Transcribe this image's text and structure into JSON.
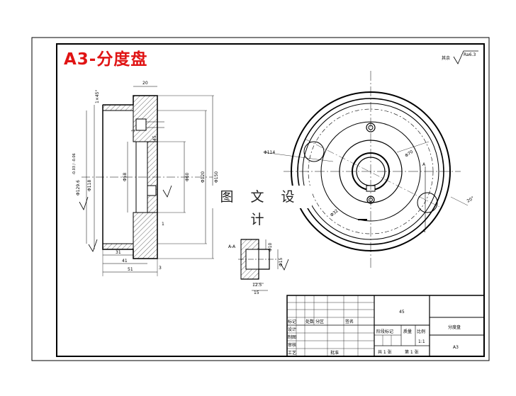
{
  "title": "A3-分度盘",
  "watermark": "图 文 设 计",
  "roughness_note": "其余",
  "roughness_value": "Ra6.3",
  "section_label": "A-A",
  "dims": {
    "d20": "20",
    "chamfer": "1×45°",
    "d1": "1",
    "d45": "45",
    "d129": "Φ129.6",
    "d129_tol": "-0.03 / -0.06",
    "d118": "Φ118",
    "d58": "Φ58",
    "d60": "Φ60",
    "d120": "Φ120",
    "d150": "Φ150",
    "d31": "31",
    "d41": "41",
    "d51": "51",
    "d3": "3",
    "d1b": "1",
    "phi114": "Φ114",
    "phi32": "Φ32",
    "phi70": "Φ70",
    "deg20": "20°",
    "phi10": "Φ10",
    "phi15": "Φ15",
    "d12_5": "12.5",
    "d15": "15",
    "a_label": "A"
  },
  "title_block": {
    "material": "45",
    "part_name": "分度盘",
    "sheet_size": "A3",
    "scale_label": "比例",
    "scale": "1:1",
    "weight_label": "质量",
    "stage_label": "阶段标记",
    "sheet_count": "共 1 张",
    "sheet_no": "第 1 张",
    "row_labels": [
      "标记",
      "处数",
      "分区",
      "签名"
    ],
    "designer": "设计",
    "drafter": "制图",
    "reviewer": "审核",
    "process": "工艺",
    "approve": "批准"
  }
}
